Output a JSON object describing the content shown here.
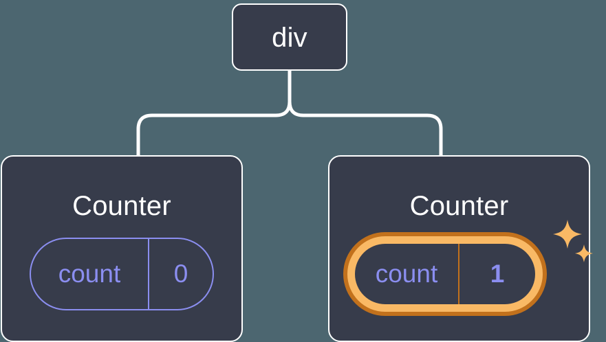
{
  "diagram": {
    "type": "component-tree",
    "background_color": "#4c6670",
    "node_fill_color": "#373c4b",
    "node_border_color": "#ffffff",
    "connector_color": "#ffffff",
    "state_accent_color": "#8b8ef0",
    "highlight_outer_color": "#c2711c",
    "highlight_inner_color": "#f9b965",
    "sparkle_color": "#f9b965"
  },
  "root": {
    "label": "div"
  },
  "children": [
    {
      "id": "counter-left",
      "title": "Counter",
      "state": {
        "key": "count",
        "value": "0"
      },
      "highlighted": false
    },
    {
      "id": "counter-right",
      "title": "Counter",
      "state": {
        "key": "count",
        "value": "1"
      },
      "highlighted": true,
      "sparkle_icons": [
        "sparkle-large-icon",
        "sparkle-small-icon"
      ]
    }
  ]
}
